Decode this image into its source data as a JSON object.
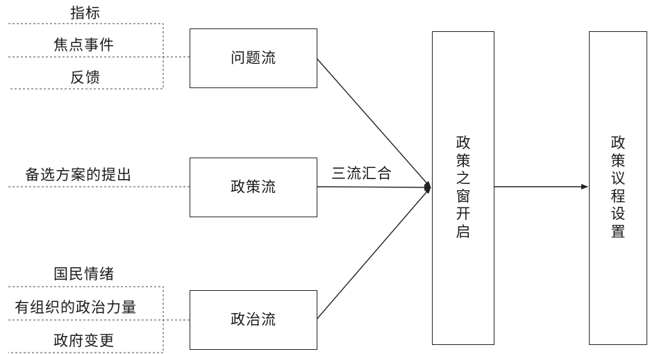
{
  "problem_inputs": [
    "指标",
    "焦点事件",
    "反馈"
  ],
  "policy_inputs": [
    "备选方案的提出"
  ],
  "politics_inputs": [
    "国民情绪",
    "有组织的政治力量",
    "政府变更"
  ],
  "streams": {
    "problem": "问题流",
    "policy": "政策流",
    "politics": "政治流"
  },
  "convergence_label": "三流汇合",
  "window": [
    "政",
    "策",
    "之",
    "窗",
    "开",
    "启"
  ],
  "agenda": [
    "政",
    "策",
    "议",
    "程",
    "设",
    "置"
  ]
}
